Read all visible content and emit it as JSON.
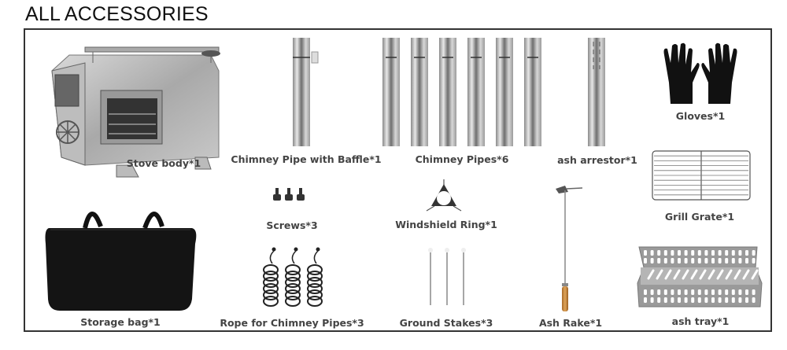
{
  "title": "ALL ACCESSORIES",
  "items": [
    {
      "name": "stove-body",
      "label": "Stove body*1"
    },
    {
      "name": "chimney-pipe-with-baffle",
      "label": "Chimney Pipe with Baffle*1"
    },
    {
      "name": "chimney-pipes",
      "label": "Chimney Pipes*6"
    },
    {
      "name": "ash-arrestor",
      "label": "ash arrestor*1"
    },
    {
      "name": "gloves",
      "label": "Gloves*1"
    },
    {
      "name": "grill-grate",
      "label": "Grill Grate*1"
    },
    {
      "name": "screws",
      "label": "Screws*3"
    },
    {
      "name": "windshield-ring",
      "label": "Windshield Ring*1"
    },
    {
      "name": "storage-bag",
      "label": "Storage bag*1"
    },
    {
      "name": "rope-for-chimney-pipes",
      "label": "Rope for Chimney Pipes*3"
    },
    {
      "name": "ground-stakes",
      "label": "Ground Stakes*3"
    },
    {
      "name": "ash-rake",
      "label": "Ash Rake*1"
    },
    {
      "name": "ash-tray",
      "label": "ash tray*1"
    }
  ]
}
